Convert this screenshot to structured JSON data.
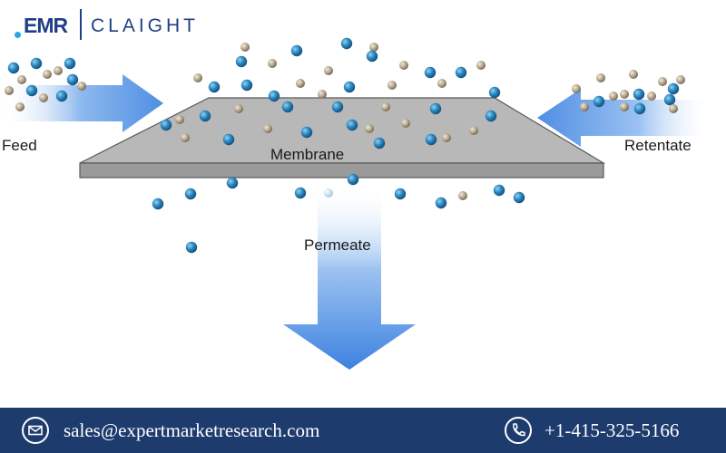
{
  "logo": {
    "left": "EMR",
    "right": "CLAIGHT"
  },
  "labels": {
    "feed": "Feed",
    "membrane": "Membrane",
    "retentate": "Retentate",
    "permeate": "Permeate"
  },
  "footer": {
    "email": "sales@expertmarketresearch.com",
    "phone": "+1-415-325-5166"
  },
  "colors": {
    "footer_bg": "#1e3b6e",
    "arrow": "#3d82e0",
    "membrane": "#b8b8b8",
    "blue_particle": "#2b77a6",
    "tan_particle": "#b5a68c"
  }
}
